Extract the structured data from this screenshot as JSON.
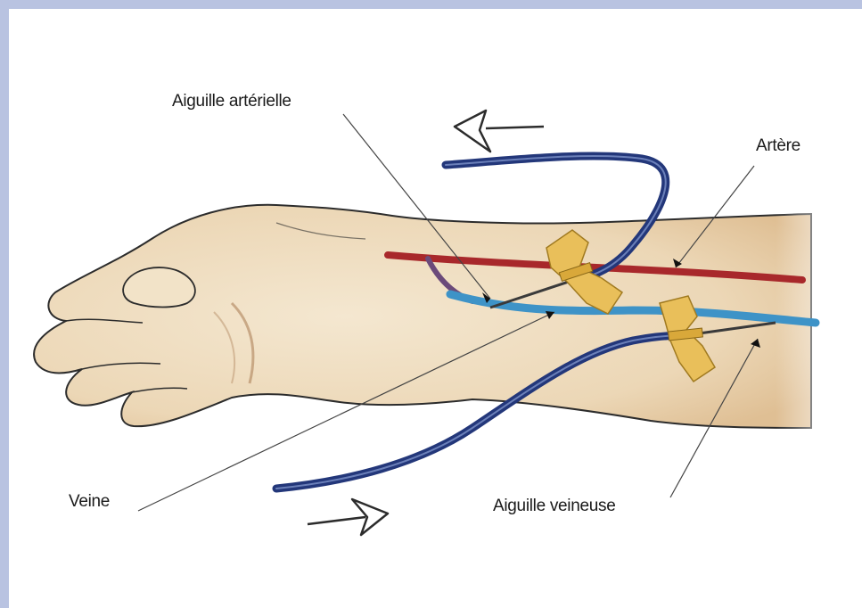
{
  "labels": {
    "arterial_needle": "Aiguille artérielle",
    "artery": "Artère",
    "vein": "Veine",
    "venous_needle": "Aiguille veineuse"
  },
  "colors": {
    "frame_border": "#b9c3e1",
    "background": "#ffffff",
    "skin": "#f1e2c7",
    "skin_shadow": "#d9b98d",
    "artery": "#a8282b",
    "vein": "#3e93c7",
    "tubing": "#23377a",
    "tape": "#e9bf5a",
    "leader_line": "#444444"
  },
  "icons": [
    "flow-out-arrow-icon",
    "flow-in-arrow-icon"
  ]
}
